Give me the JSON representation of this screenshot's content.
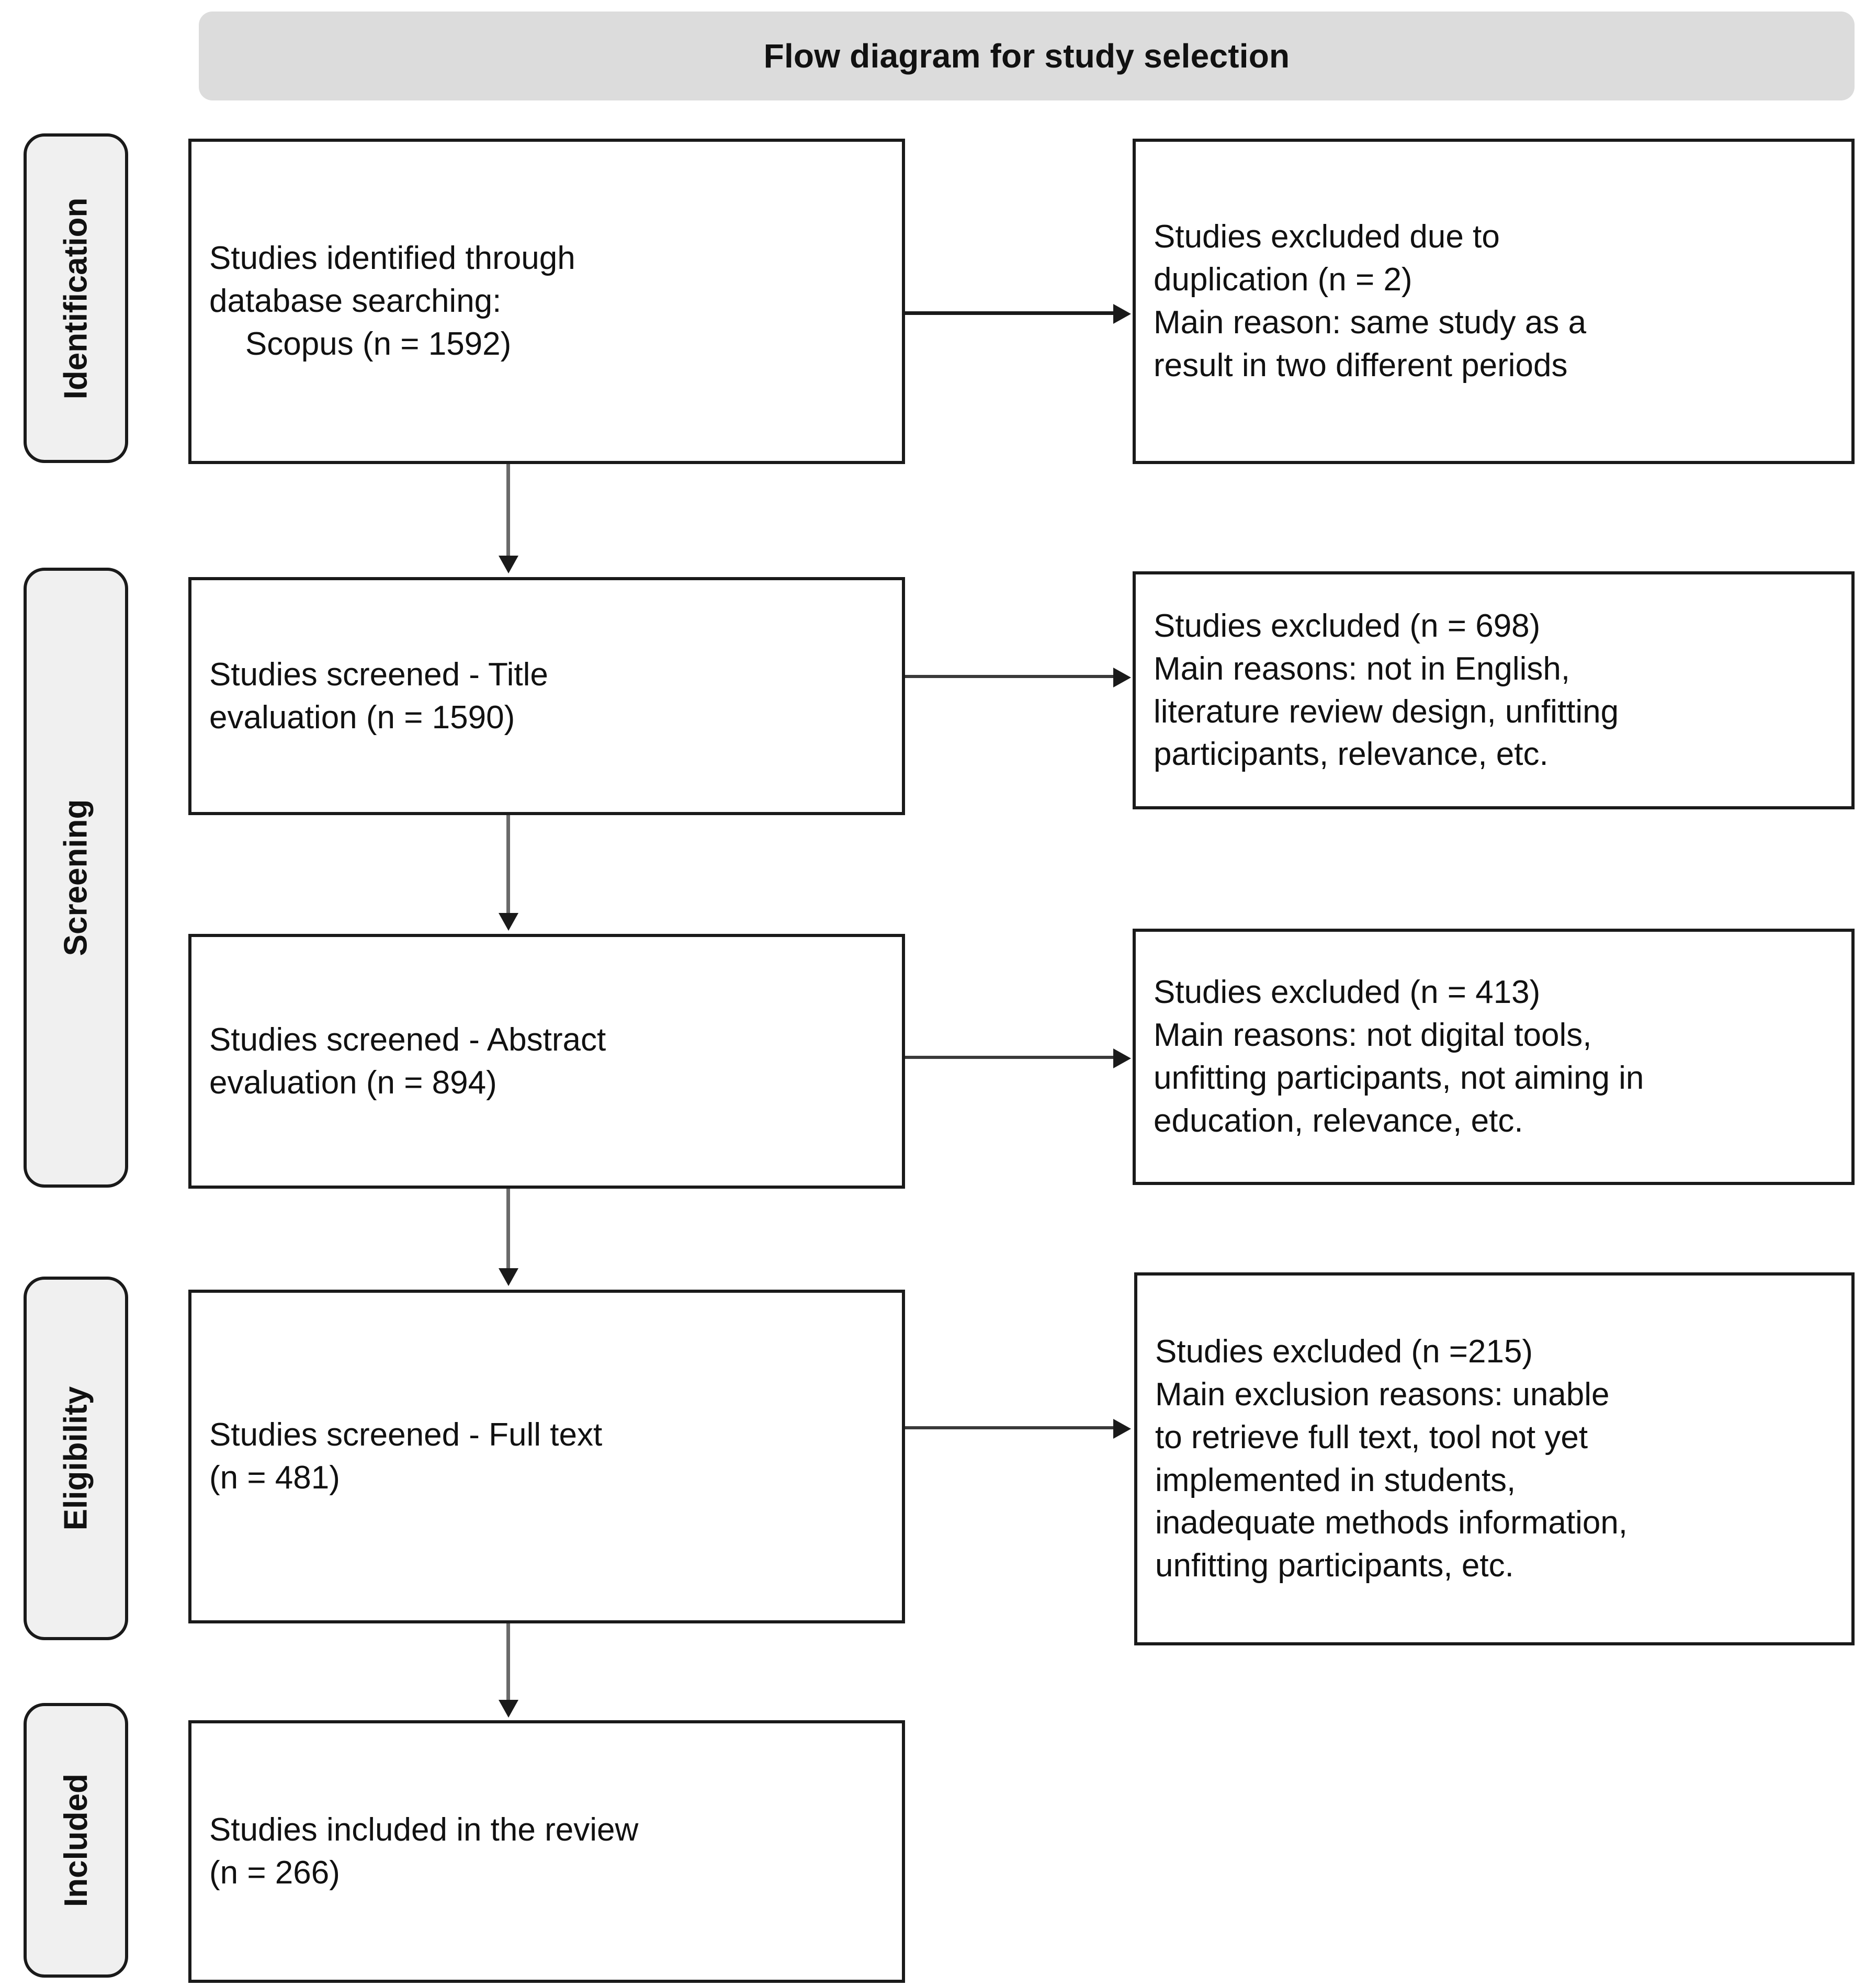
{
  "title": {
    "text": "Flow diagram for study selection"
  },
  "stages": [
    {
      "label": "Identification"
    },
    {
      "label": "Screening"
    },
    {
      "label": "Eligibility"
    },
    {
      "label": "Included"
    }
  ],
  "flow_boxes": [
    {
      "id": "identified",
      "text": "Studies identified through\ndatabase searching:\n    Scopus (n = 1592)"
    },
    {
      "id": "screened-title",
      "text": "Studies screened - Title\nevaluation (n = 1590)"
    },
    {
      "id": "screened-abstract",
      "text": "Studies screened - Abstract\nevaluation (n = 894)"
    },
    {
      "id": "screened-fulltext",
      "text": "Studies screened - Full text\n(n = 481)"
    },
    {
      "id": "included",
      "text": "Studies included in the review\n(n = 266)"
    }
  ],
  "exclusion_boxes": [
    {
      "id": "excluded-duplication",
      "text": "Studies excluded due to\nduplication (n = 2)\nMain reason: same study as a\nresult in two different periods"
    },
    {
      "id": "excluded-title",
      "text": "Studies excluded (n = 698)\nMain reasons: not in English,\nliterature review design, unfitting\nparticipants, relevance, etc."
    },
    {
      "id": "excluded-abstract",
      "text": "Studies excluded (n = 413)\nMain reasons: not digital tools,\nunfitting participants, not aiming in\neducation, relevance, etc."
    },
    {
      "id": "excluded-fulltext",
      "text": "Studies excluded (n =215)\nMain exclusion reasons: unable\nto retrieve full text, tool not yet\nimplemented in students,\ninadequate methods information,\nunfitting participants, etc."
    }
  ],
  "counts": {
    "identified_scopus": 1592,
    "excluded_duplication": 2,
    "screened_title": 1590,
    "excluded_title": 698,
    "screened_abstract": 894,
    "excluded_abstract": 413,
    "screened_fulltext": 481,
    "excluded_fulltext": 215,
    "included": 266
  },
  "colors": {
    "title_bar_bg": "#dcdcdc",
    "stage_bg": "#f0f0f0",
    "border": "#1a1a1a",
    "connector": "#6a6a6a",
    "text": "#111111"
  }
}
